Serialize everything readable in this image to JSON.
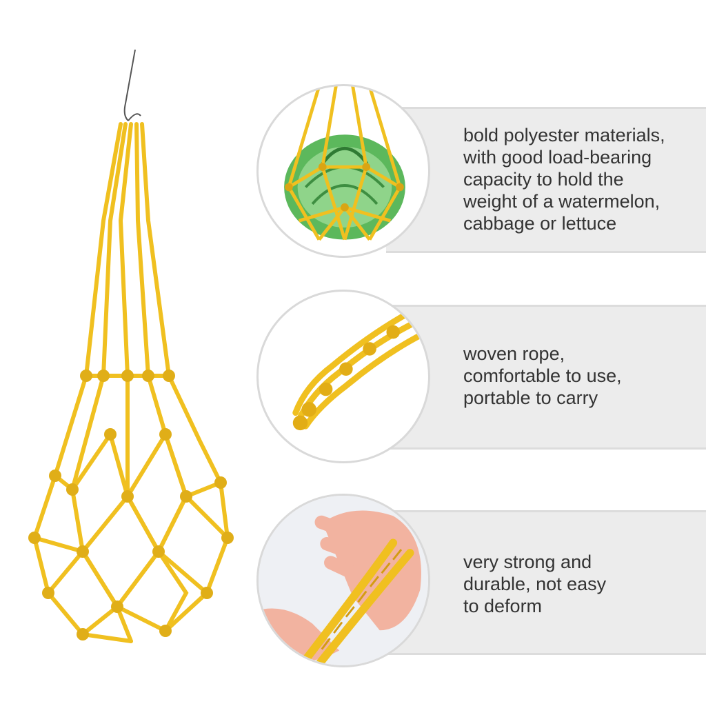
{
  "colors": {
    "rope": "#f0c020",
    "rope_dark": "#d4a010",
    "band_background": "#ececec",
    "text": "#333333",
    "cabbage": "#4caf50"
  },
  "features": [
    {
      "id": "material",
      "icon": "cabbage-in-net-icon",
      "text": "bold polyester materials,\nwith good load-bearing\ncapacity to hold the\nweight of a watermelon,\ncabbage or lettuce"
    },
    {
      "id": "rope",
      "icon": "woven-rope-icon",
      "text": "woven rope,\ncomfortable to use,\nportable to carry"
    },
    {
      "id": "strength",
      "icon": "hand-holding-rope-icon",
      "text": "very strong and\ndurable, not easy\nto deform"
    }
  ]
}
